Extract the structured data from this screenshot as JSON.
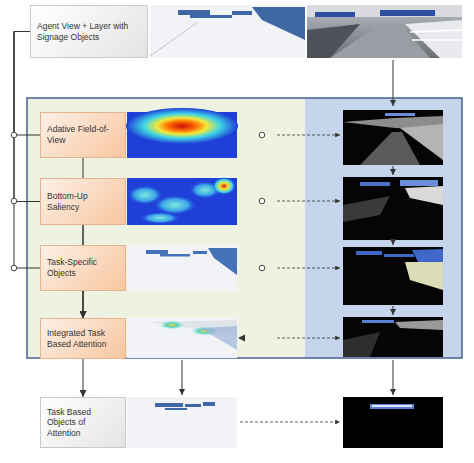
{
  "diagram": {
    "nodes": [
      {
        "text": [
          "Agent View + Layer with Signage Objects"
        ]
      },
      {
        "text": [
          "Adative Field-of-View"
        ]
      },
      {
        "text": [
          "Bottom-Up Saliency"
        ]
      },
      {
        "text": [
          "Task-Specific Objects"
        ]
      },
      {
        "text": [
          "Integrated Task Based Attention"
        ]
      },
      {
        "text": [
          "Task Based Objects of Attention"
        ]
      }
    ],
    "edges": [
      {
        "from": 0,
        "to": 1,
        "arrow": "none"
      },
      {
        "from": 0,
        "to": 2,
        "arrow": "none"
      },
      {
        "from": 0,
        "to": 3,
        "arrow": "none"
      },
      {
        "from": 1,
        "to": 4,
        "arrow": "to"
      },
      {
        "from": 2,
        "to": 4,
        "arrow": "to"
      },
      {
        "from": 3,
        "to": 4,
        "arrow": "to"
      },
      {
        "from": 4,
        "to": 5,
        "arrow": "to"
      }
    ]
  }
}
